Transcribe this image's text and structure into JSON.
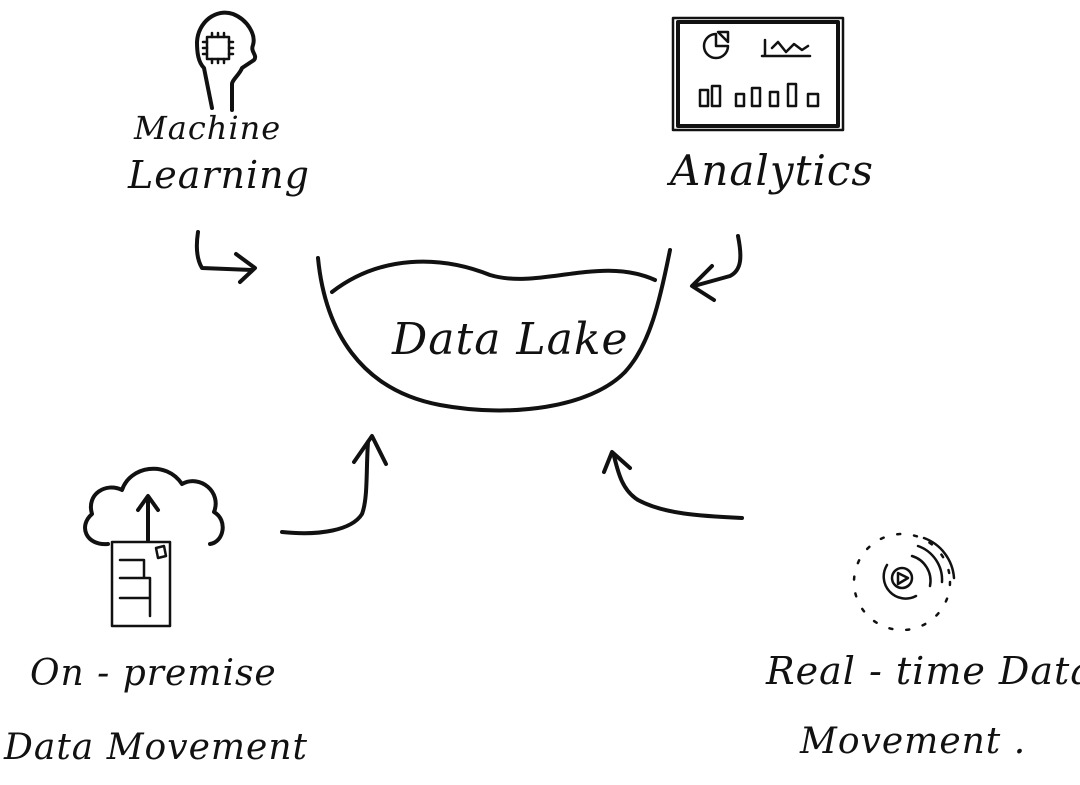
{
  "center": {
    "label": "Data Lake"
  },
  "nodes": {
    "machine_learning": {
      "line1": "Machine",
      "line2": "Learning",
      "icon": "head-with-chip-icon"
    },
    "analytics": {
      "line1": "Analytics",
      "icon": "dashboard-icon"
    },
    "on_premise": {
      "line1": "On - premise",
      "line2": "Data Movement",
      "icon": "cloud-upload-server-icon"
    },
    "realtime": {
      "line1": "Real - time  Data",
      "line2": "Movement .",
      "icon": "streaming-signal-icon"
    }
  },
  "colors": {
    "ink": "#111111",
    "background": "#ffffff"
  }
}
